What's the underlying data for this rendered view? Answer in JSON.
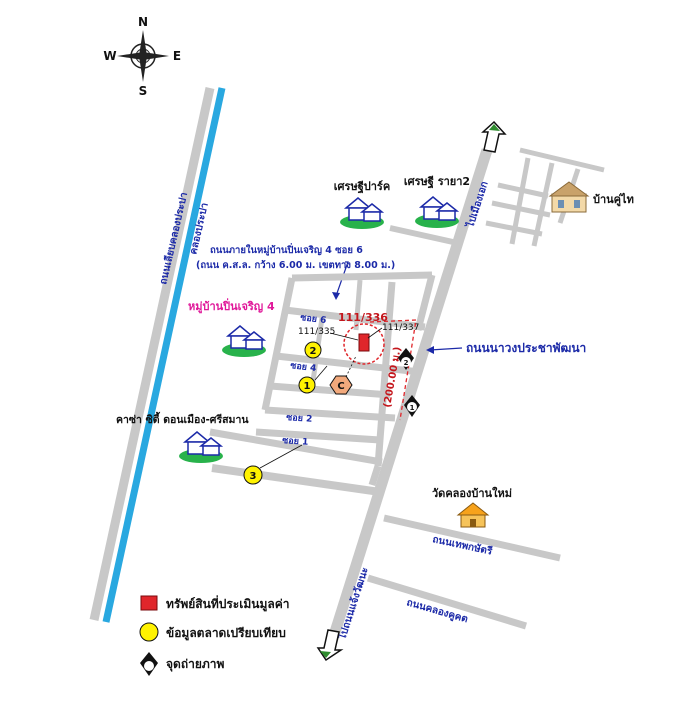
{
  "compass": {
    "n": "N",
    "s": "S",
    "e": "E",
    "w": "W"
  },
  "colors": {
    "road": "#c8c8c8",
    "canal": "#29a8e0",
    "subject": "#e0262b",
    "market": "#fff200",
    "label_blue": "#1c2aa8",
    "label_magenta": "#e0199a",
    "label_red": "#c4161c",
    "photo_marker": "#111111"
  },
  "labels": {
    "canal_road": "ถนนเลียบคลองประปา",
    "canal": "คลองประปา",
    "main_road_north": "ไปเมืองเอก",
    "main_road_south": "ไปถนนแจ้งวัฒนะ",
    "main_road_name": "ถนนนาวงประชาพัฒนา",
    "village_park": "เศรษฐีปาร์ค",
    "village_rai2": "เศรษฐี รายา2",
    "village_kuthai": "บ้านคู่ไท",
    "project": "หมู่บ้านปิ่นเจริญ 4",
    "condo": "คาซ่า ซิตี้ ดอนเมือง-ศรีสมาน",
    "temple": "วัดคลองบ้านใหม่",
    "road_thepkasat": "ถนนเทพกษัตรี",
    "road_khlongkhu": "ถนนคลองคูคต",
    "access_note_1": "ถนนภายในหมู่บ้านปิ่นเจริญ 4 ซอย 6",
    "access_note_2": "(ถนน ค.ส.ล. กว้าง 6.00 ม. เขตทาง 8.00 ม.)",
    "distance": "(200.00 ม.)",
    "soi_6": "ซอย 6",
    "soi_4": "ซอย 4",
    "soi_2": "ซอย 2",
    "soi_1": "ซอย 1",
    "plot_main": "111/336",
    "plot_left": "111/335",
    "plot_right": "111/337",
    "comp_c": "C"
  },
  "comparables": [
    "1",
    "2",
    "3"
  ],
  "photo_points": [
    "1",
    "2"
  ],
  "legend": {
    "subject": "ทรัพย์สินที่ประเมินมูลค่า",
    "market": "ข้อมูลตลาดเปรียบเทียบ",
    "photo": "จุดถ่ายภาพ"
  }
}
